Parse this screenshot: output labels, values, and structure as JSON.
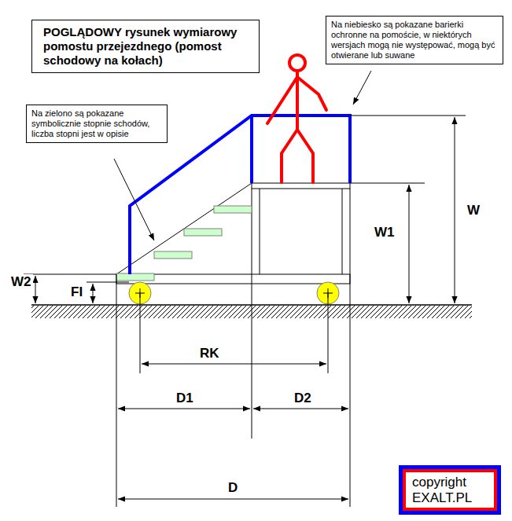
{
  "diagram": {
    "title": "POGLĄDOWY rysunek wymiarowy pomostu przejezdnego (pomost schodowy na kołach)",
    "nodes": [
      {
        "text": [
          "Na niebiesko są pokazane barierki ochronne na pomoście, w niektórych wersjach mogą nie występować, mogą być otwierane lub suwane"
        ]
      },
      {
        "text": [
          "Na zielono są pokazane symbolicznie stopnie schodów, liczba stopni jest w opisie"
        ]
      },
      {
        "text": [
          "copyright EXALT.PL"
        ]
      }
    ],
    "labels": [
      "W",
      "W1",
      "W2",
      "FI",
      "RK",
      "D1",
      "D2",
      "D"
    ]
  }
}
